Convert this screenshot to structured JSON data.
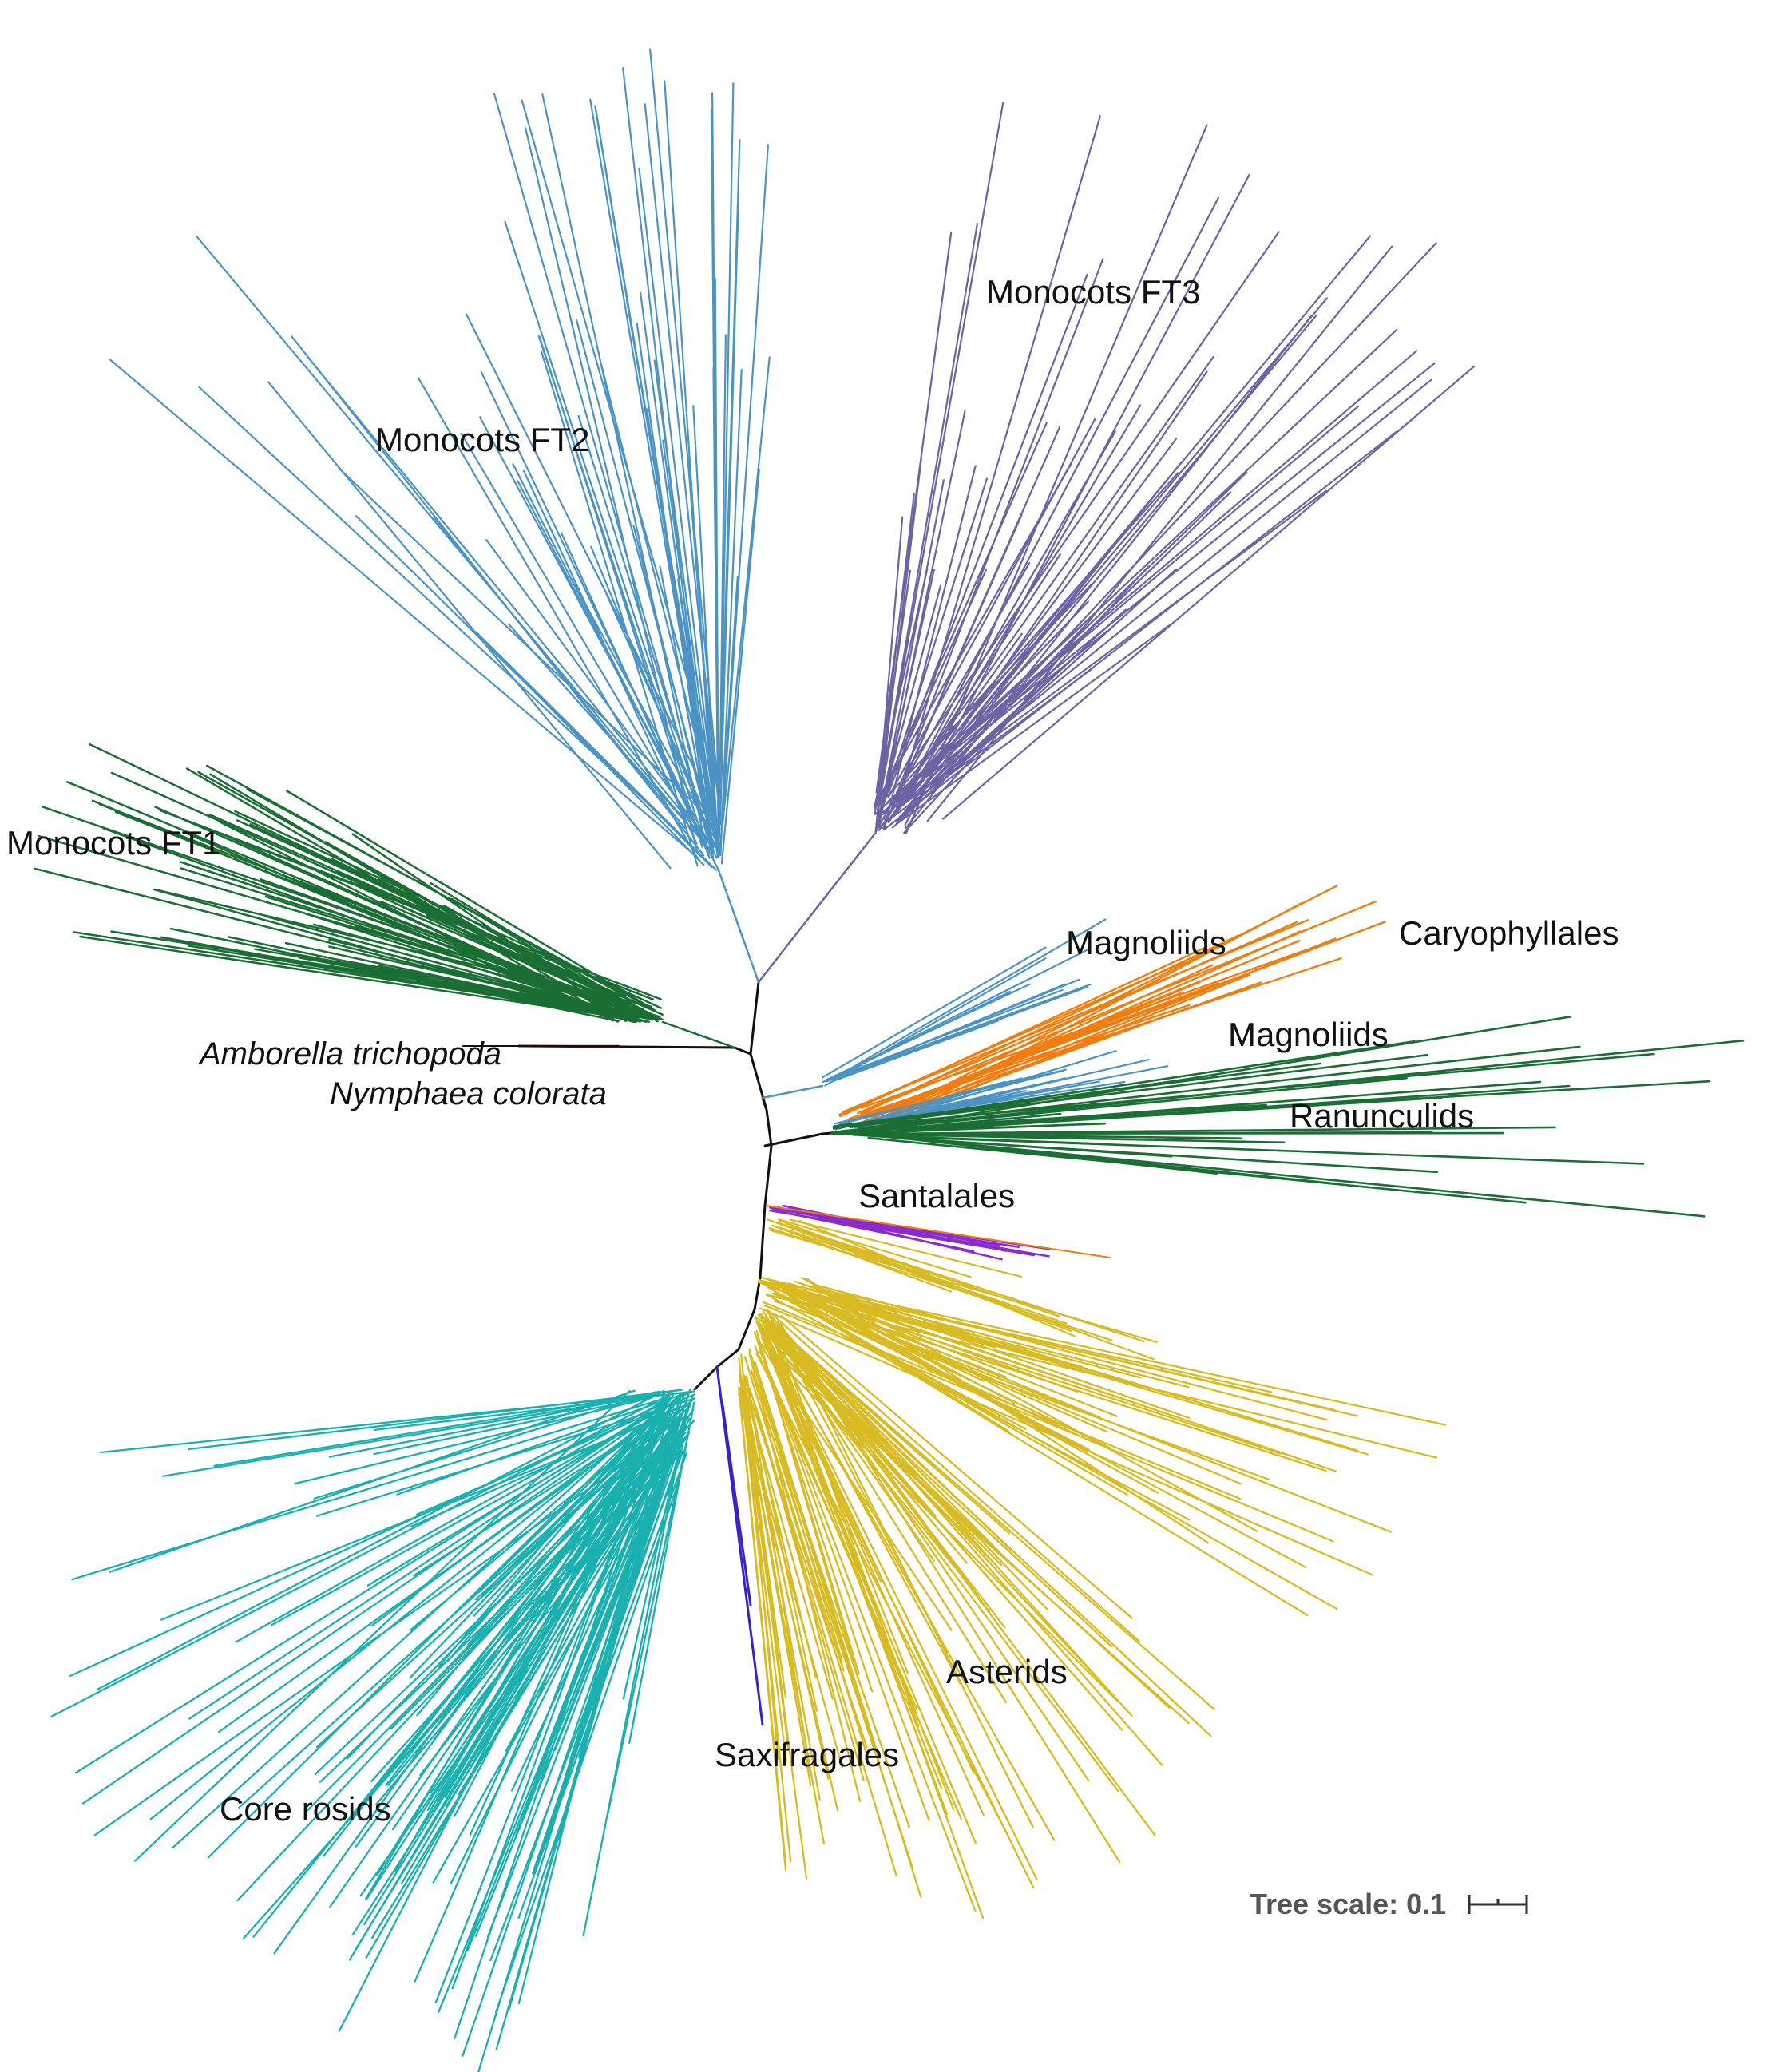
{
  "figure": {
    "clades": [
      {
        "id": "monocots_ft1",
        "label": "Monocots FT1",
        "color": "#1a6e34"
      },
      {
        "id": "monocots_ft2",
        "label": "Monocots FT2",
        "color": "#4a93c2"
      },
      {
        "id": "monocots_ft3",
        "label": "Monocots FT3",
        "color": "#6a64a3"
      },
      {
        "id": "magnoliids_1",
        "label": "Magnoliids",
        "color": "#4a93c2"
      },
      {
        "id": "caryophyllales",
        "label": "Caryophyllales",
        "color": "#f07d10"
      },
      {
        "id": "magnoliids_2",
        "label": "Magnoliids",
        "color": "#4a93c2"
      },
      {
        "id": "ranunculids",
        "label": "Ranunculids",
        "color": "#1a6e34"
      },
      {
        "id": "santalales",
        "label": "Santalales",
        "color": "#8a2bd0"
      },
      {
        "id": "asterids",
        "label": "Asterids",
        "color": "#d8bb22"
      },
      {
        "id": "saxifragales",
        "label": "Saxifragales",
        "color": "#3a20c8"
      },
      {
        "id": "core_rosids",
        "label": "Core rosids",
        "color": "#1ab0b0"
      }
    ],
    "species": [
      {
        "id": "amborella",
        "label": "Amborella trichopoda",
        "color": "#e0201c"
      },
      {
        "id": "nymphaea",
        "label": "Nymphaea colorata",
        "color": "#111111"
      }
    ],
    "backbone_color": "#111111",
    "scale_bar": {
      "label": "Tree scale: 0.1",
      "value": 0.1
    }
  }
}
